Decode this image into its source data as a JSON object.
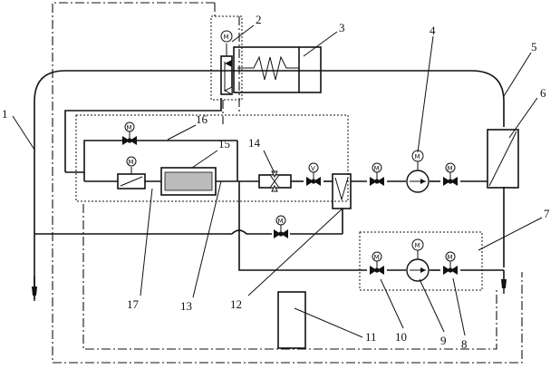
{
  "labels": [
    "1",
    "2",
    "3",
    "4",
    "5",
    "6",
    "7",
    "8",
    "9",
    "10",
    "11",
    "12",
    "13",
    "14",
    "15",
    "16",
    "17"
  ],
  "motor_symbol": "M",
  "sensor_symbol": "V",
  "icons": {
    "motor_valve": "motorized-valve-icon",
    "pump": "pump-icon",
    "filter": "filter-icon",
    "throttle": "throttle-valve-icon",
    "fan": "fan-icon",
    "heater": "electric-heater-icon",
    "nozzle": "nozzle-icon"
  }
}
